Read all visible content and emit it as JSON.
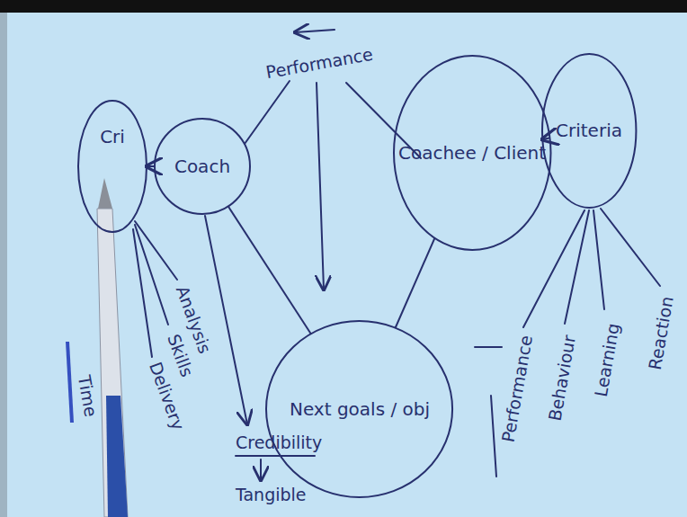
{
  "diagram": {
    "nodes": [
      {
        "text": [
          "Cri"
        ]
      },
      {
        "text": [
          "Coach"
        ]
      },
      {
        "text": [
          "Coachee / Client"
        ]
      },
      {
        "text": [
          "Criteria"
        ]
      },
      {
        "text": [
          "Next goals / obj"
        ]
      }
    ],
    "edges": [
      {
        "from": 1,
        "to": 0,
        "arrow": "to"
      },
      {
        "from": 2,
        "to": 3,
        "arrow": "to"
      },
      {
        "from": 1,
        "to": 4,
        "arrow": "none"
      },
      {
        "from": 2,
        "to": 4,
        "arrow": "none"
      }
    ],
    "labels": [
      "Performance",
      "Analysis",
      "Skills",
      "Delivery",
      "Time",
      "Credibility",
      "Tangible",
      "Performance",
      "Behaviour",
      "Learning",
      "Reaction"
    ]
  }
}
